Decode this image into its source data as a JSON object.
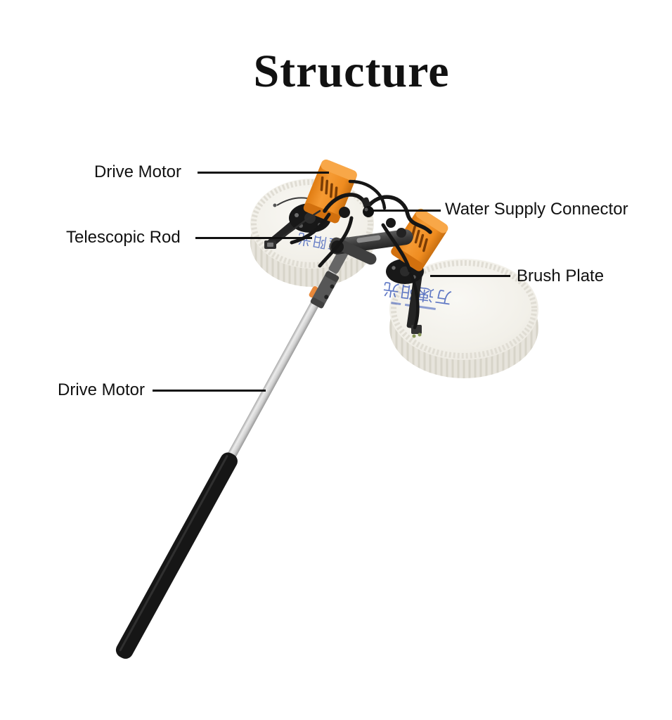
{
  "title": "Structure",
  "labels": {
    "drive_motor_top": "Drive Motor",
    "water_supply_connector": "Water Supply Connector",
    "telescopic_rod": "Telescopic Rod",
    "brush_plate": "Brush Plate",
    "drive_motor_bottom": "Drive Motor"
  },
  "product": {
    "description": "Dual rotating brush plates with orange drive motors on a silver telescopic rod with black foam grip",
    "plate_stamp": "万速阳光",
    "colors": {
      "motor_orange": "#ef8c20",
      "motor_orange_light": "#f8a748",
      "motor_orange_dark": "#d2700e",
      "plate_white": "#f4f2ec",
      "plate_rim": "#e7e4dc",
      "rod_silver": "#c9c9c9",
      "handle_black": "#161616",
      "hardware_black": "#1c1c1c",
      "stamp_blue": "#4663bd",
      "label_black": "#111111"
    }
  }
}
